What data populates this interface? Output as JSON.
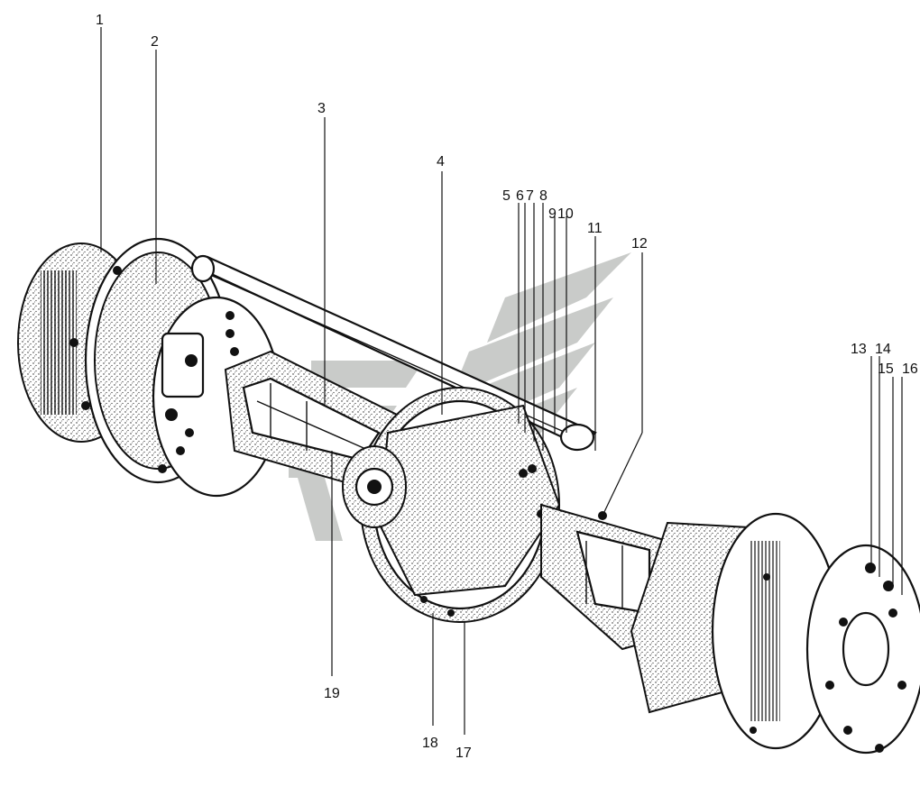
{
  "callouts": [
    {
      "id": "1",
      "text": "1"
    },
    {
      "id": "2",
      "text": "2"
    },
    {
      "id": "3",
      "text": "3"
    },
    {
      "id": "4",
      "text": "4"
    },
    {
      "id": "5",
      "text": "5"
    },
    {
      "id": "6",
      "text": "6"
    },
    {
      "id": "7",
      "text": "7"
    },
    {
      "id": "8",
      "text": "8"
    },
    {
      "id": "9",
      "text": "9"
    },
    {
      "id": "10",
      "text": "10"
    },
    {
      "id": "11",
      "text": "11"
    },
    {
      "id": "12",
      "text": "12"
    },
    {
      "id": "13",
      "text": "13"
    },
    {
      "id": "14",
      "text": "14"
    },
    {
      "id": "15",
      "text": "15"
    },
    {
      "id": "16",
      "text": "16"
    },
    {
      "id": "17",
      "text": "17"
    },
    {
      "id": "18",
      "text": "18"
    },
    {
      "id": "19",
      "text": "19"
    }
  ],
  "colors": {
    "ink": "#111111",
    "watermark": "#bfc2c0",
    "paper": "#ffffff"
  }
}
